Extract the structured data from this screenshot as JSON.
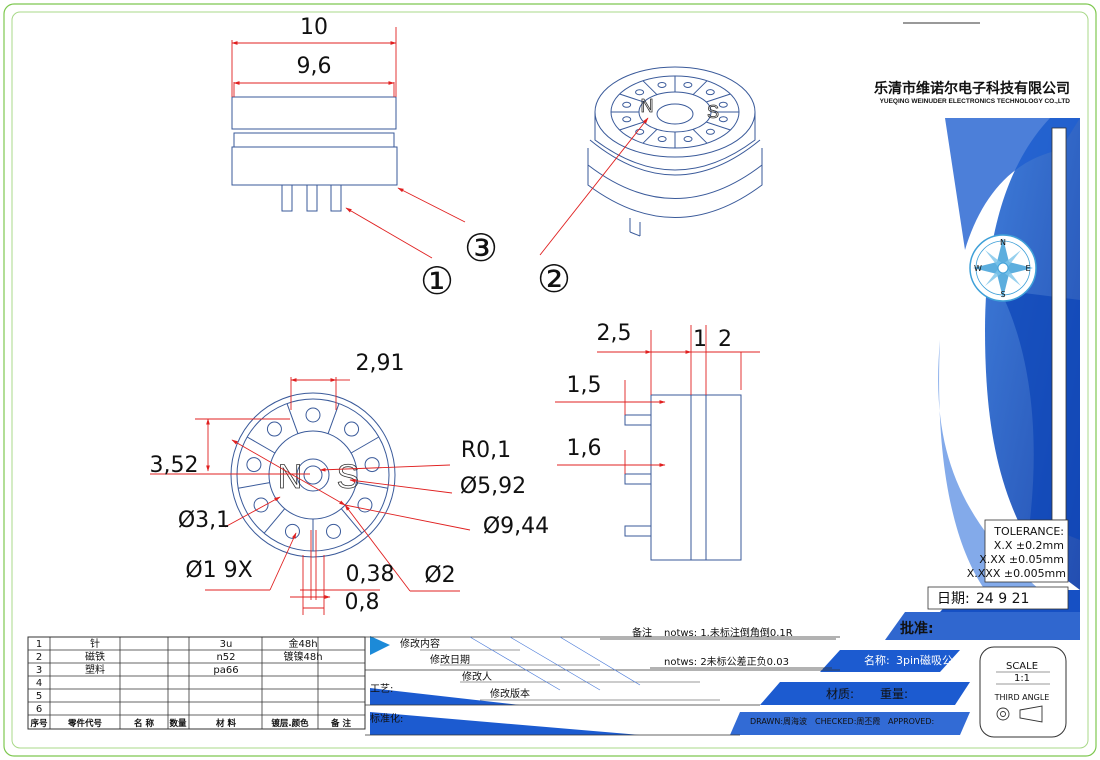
{
  "company": {
    "name_cn": "乐清市维诺尔电子科技有限公司",
    "name_en": "YUEQING WEINUDER ELECTRONICS TECHNOLOGY CO.,LTD"
  },
  "front_view": {
    "dims": [
      "10",
      "9,6"
    ],
    "callouts": [
      "①",
      "③"
    ]
  },
  "iso_view": {
    "callout": "②",
    "markings": [
      "N",
      "S"
    ]
  },
  "top_view": {
    "dims": [
      "2,91",
      "3,52",
      "R0,1",
      "Ø5,92",
      "Ø3,1",
      "Ø9,44",
      "Ø1  9X",
      "0,38",
      "Ø2",
      "0,8"
    ],
    "markings": [
      "N",
      "S"
    ]
  },
  "side_view": {
    "dims": [
      "2,5",
      "1",
      "2",
      "1,5",
      "1,6"
    ]
  },
  "tolerance": {
    "title": "TOLERANCE:",
    "lines": [
      "X.X  ±0.2mm",
      "X.XX  ±0.05mm",
      "X.XXX  ±0.005mm"
    ]
  },
  "title_block": {
    "date_label": "日期:",
    "date_value": "24  9  21",
    "approve_label": "批准:",
    "name_label": "名称:",
    "name_value": "3pin磁吸公",
    "material_label": "材质:",
    "weight_label": "重量:",
    "scale_label": "SCALE",
    "scale_value": "1:1",
    "projection": "THIRD ANGLE",
    "drawn": "DRAWN:周海波",
    "checked": "CHECKED:周丕霞",
    "approved": "APPROVED:",
    "note_label": "备注",
    "note1": "notws: 1.未标注倒角倒0.1R",
    "note2": "notws: 2未标公差正负0.03",
    "rev_content": "修改内容",
    "rev_date": "修改日期",
    "rev_person": "修改人",
    "rev_version": "修改版本",
    "process_label": "工艺:",
    "standard_label": "标准化:"
  },
  "compass": {
    "N": "N",
    "S": "S",
    "E": "E",
    "W": "W"
  },
  "bom": {
    "headers": [
      "序号",
      "零件代号",
      "名 称",
      "数量",
      "材  料",
      "镀层.颜色",
      "备 注"
    ],
    "rows": [
      {
        "no": "1",
        "code": "针",
        "material": "3u",
        "plating": "金48h"
      },
      {
        "no": "2",
        "code": "磁铁",
        "material": "n52",
        "plating": "镀镍48h"
      },
      {
        "no": "3",
        "code": "塑料",
        "material": "pa66",
        "plating": ""
      },
      {
        "no": "4",
        "code": "",
        "material": "",
        "plating": ""
      },
      {
        "no": "5",
        "code": "",
        "material": "",
        "plating": ""
      },
      {
        "no": "6",
        "code": "",
        "material": "",
        "plating": ""
      }
    ]
  }
}
